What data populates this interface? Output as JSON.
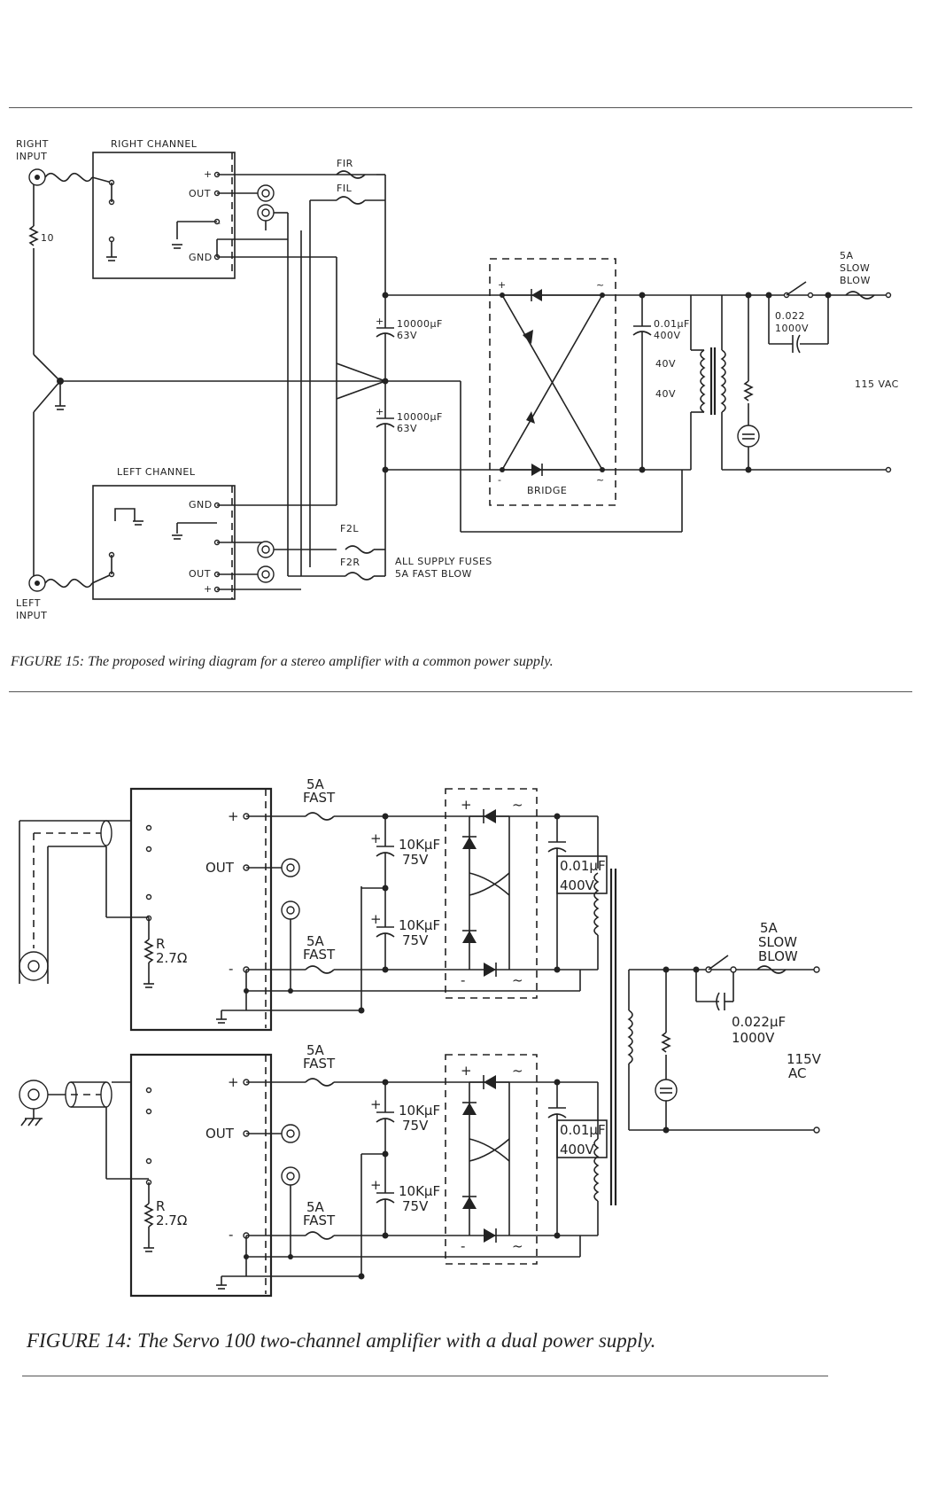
{
  "figure15": {
    "caption": "FIGURE 15: The proposed wiring diagram for a stereo amplifier with a common power supply.",
    "labels": {
      "right_input": [
        "RIGHT",
        "INPUT"
      ],
      "right_channel": "RIGHT CHANNEL",
      "left_input": [
        "LEFT",
        "INPUT"
      ],
      "left_channel": "LEFT CHANNEL",
      "resistor": "10",
      "plus": "+",
      "minus": "-",
      "out": "OUT",
      "gnd": "GND",
      "fuse_f1r": "FIR",
      "fuse_f1l": "FIL",
      "fuse_f2l": "F2L",
      "fuse_f2r": "F2R",
      "cap_top": [
        "10000µF",
        "63V"
      ],
      "cap_bottom": [
        "10000µF",
        "63V"
      ],
      "bridge": "BRIDGE",
      "cap_small": [
        "0.01µF",
        "400V"
      ],
      "v40a": "40V",
      "v40b": "40V",
      "cap_switch": [
        "0.022",
        "1000V"
      ],
      "slow_blow": [
        "5A",
        "SLOW",
        "BLOW"
      ],
      "vac": "115 VAC",
      "fuse_note": [
        "ALL SUPPLY FUSES",
        "5A FAST BLOW"
      ]
    }
  },
  "figure14": {
    "caption": "FIGURE 14: The Servo 100 two-channel amplifier with a dual power supply.",
    "labels": {
      "plus": "+",
      "minus": "-",
      "out": "OUT",
      "fuse": [
        "5A",
        "FAST"
      ],
      "cap": [
        "10KµF",
        "75V"
      ],
      "cap_small": [
        "0.01µF",
        "400V"
      ],
      "resistor": [
        "R",
        "2.7Ω"
      ],
      "slow_blow": [
        "5A",
        "SLOW",
        "BLOW"
      ],
      "cap_switch": [
        "0.022µF",
        "1000V"
      ],
      "vac": [
        "115V",
        "AC"
      ]
    }
  }
}
